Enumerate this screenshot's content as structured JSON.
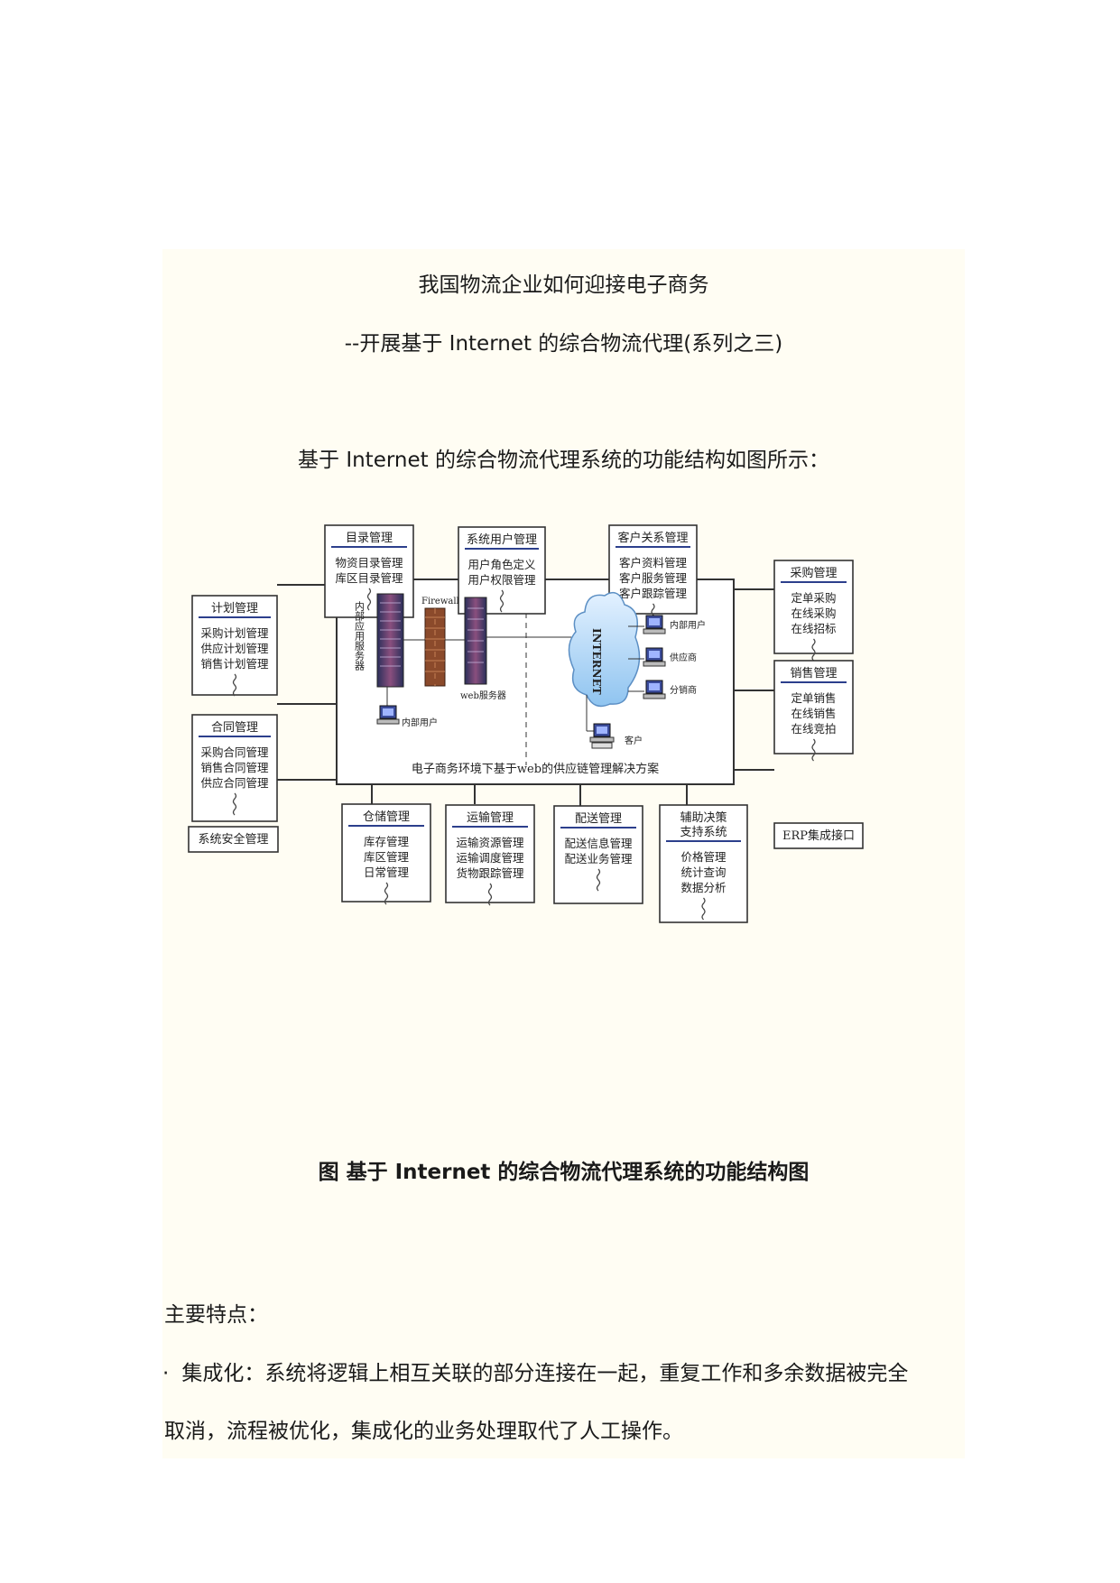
{
  "title": "我国物流企业如何迎接电子商务",
  "subtitle": "--开展基于 Internet 的综合物流代理(系列之三)",
  "intro": "基于 Internet 的综合物流代理系统的功能结构如图所示：",
  "diagram": {
    "modules": [
      {
        "title": "目录管理",
        "items": [
          "物资目录管理",
          "库区目录管理"
        ]
      },
      {
        "title": "系统用户管理",
        "items": [
          "用户角色定义",
          "用户权限管理"
        ]
      },
      {
        "title": "客户关系管理",
        "items": [
          "客户资料管理",
          "客户服务管理",
          "客户跟踪管理"
        ]
      },
      {
        "title": "计划管理",
        "items": [
          "采购计划管理",
          "供应计划管理",
          "销售计划管理"
        ]
      },
      {
        "title": "合同管理",
        "items": [
          "采购合同管理",
          "销售合同管理",
          "供应合同管理"
        ]
      },
      {
        "title": "系统安全管理",
        "items": []
      },
      {
        "title": "采购管理",
        "items": [
          "定单采购",
          "在线采购",
          "在线招标"
        ]
      },
      {
        "title": "销售管理",
        "items": [
          "定单销售",
          "在线销售",
          "在线竞拍"
        ]
      },
      {
        "title": "ERP集成接口",
        "items": []
      },
      {
        "title": "仓储管理",
        "items": [
          "库存管理",
          "库区管理",
          "日常管理"
        ]
      },
      {
        "title": "运输管理",
        "items": [
          "运输资源管理",
          "运输调度管理",
          "货物跟踪管理"
        ]
      },
      {
        "title": "配送管理",
        "items": [
          "配送信息管理",
          "配送业务管理"
        ]
      },
      {
        "title": "辅助决策支持系统",
        "title_lines": [
          "辅助决策",
          "支持系统"
        ],
        "items": [
          "价格管理",
          "统计查询",
          "数据分析"
        ]
      }
    ],
    "center": {
      "caption": "电子商务环境下基于web的供应链管理解决方案",
      "server_label": "内部应用服务器",
      "firewall_label": "Firewall",
      "web_server_label": "web服务器",
      "internet_label": "INTERNET",
      "internal_user_label": "内部用户",
      "clients": [
        "内部用户",
        "供应商",
        "分销商"
      ],
      "customer_label": "客户"
    }
  },
  "caption": "图  基于 Internet 的综合物流代理系统的功能结构图",
  "features_heading": "主要特点：",
  "features": [
    {
      "bullet": "·",
      "text": "集成化：系统将逻辑上相互关联的部分连接在一起，重复工作和多余数据被完全",
      "continuation": "取消，流程被优化，集成化的业务处理取代了人工操作。"
    }
  ]
}
